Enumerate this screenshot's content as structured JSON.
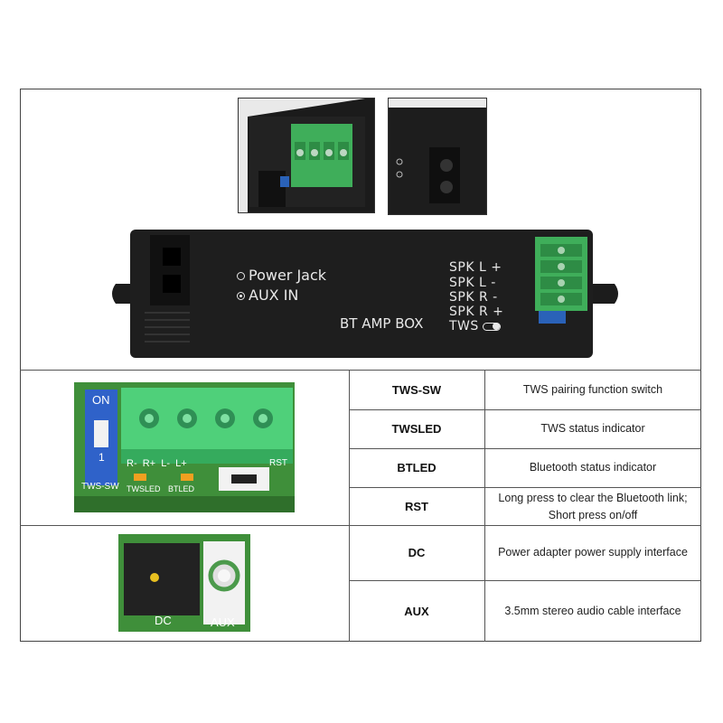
{
  "device": {
    "power_jack": "Power Jack",
    "aux_in": "AUX IN",
    "box_name": "BT AMP BOX",
    "speaker_labels": [
      "SPK L  +",
      "SPK L  -",
      "SPK R  -",
      "SPK R  +"
    ],
    "tws_label": "TWS"
  },
  "pcb1": {
    "switch_on": "ON",
    "switch_num": "1",
    "switch_label": "TWS-SW",
    "pins": "R-  R+  L-  L+",
    "twsled": "TWSLED",
    "btled": "BTLED",
    "rst": "RST"
  },
  "pcb2": {
    "dc": "DC",
    "aux": "AUX"
  },
  "table": [
    {
      "name": "TWS-SW",
      "desc": "TWS pairing function switch"
    },
    {
      "name": "TWSLED",
      "desc": "TWS status indicator"
    },
    {
      "name": "BTLED",
      "desc": "Bluetooth status indicator"
    },
    {
      "name": "RST",
      "desc": "Long press to clear the Bluetooth link; Short press on/off"
    },
    {
      "name": "DC",
      "desc": "Power adapter power supply interface"
    },
    {
      "name": "AUX",
      "desc": "3.5mm stereo audio cable interface"
    }
  ]
}
